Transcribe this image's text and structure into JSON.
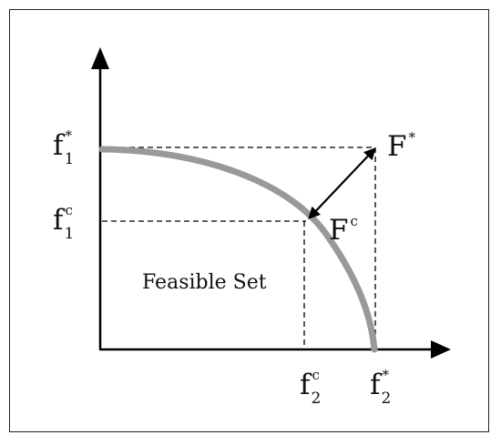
{
  "diagram": {
    "region_label": "Feasible Set",
    "y_axis_labels": {
      "ideal": {
        "base": "f",
        "sub": "1",
        "sup": "*"
      },
      "compromise": {
        "base": "f",
        "sub": "1",
        "sup": "c"
      }
    },
    "x_axis_labels": {
      "compromise": {
        "base": "f",
        "sub": "2",
        "sup": "c"
      },
      "ideal": {
        "base": "f",
        "sub": "2",
        "sup": "*"
      }
    },
    "points": {
      "ideal": {
        "base": "F",
        "sup": "*"
      },
      "compromise": {
        "base": "F",
        "sup": "c"
      }
    },
    "colors": {
      "frontier": "#999999",
      "lines": "#000000",
      "border": "#222222"
    }
  }
}
